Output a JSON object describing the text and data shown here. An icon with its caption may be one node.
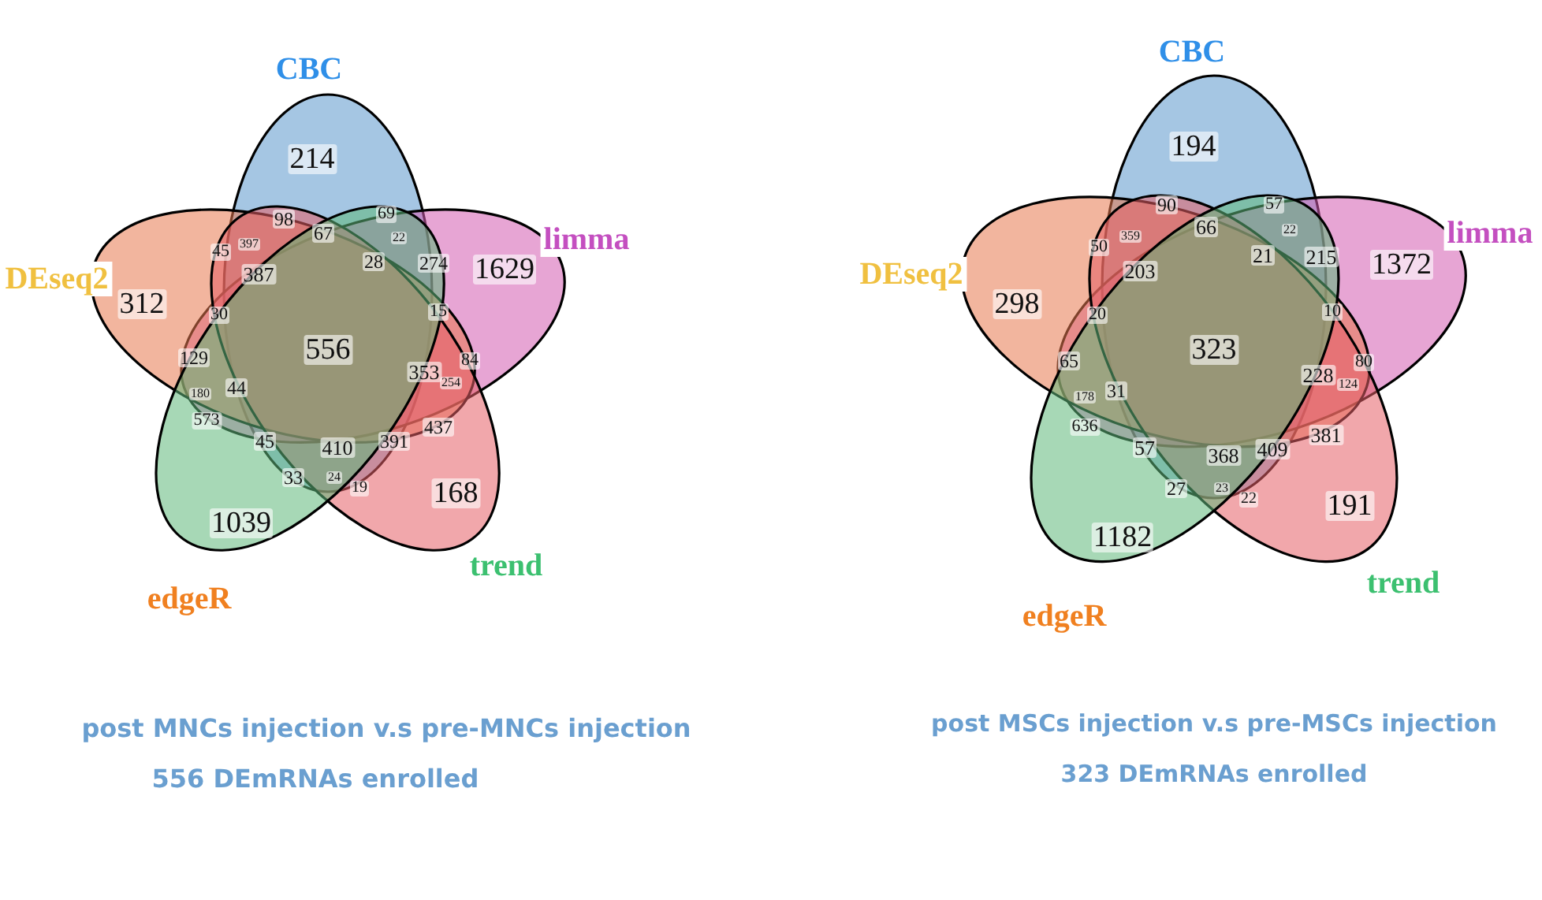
{
  "diagram": {
    "nodes": [
      {
        "text": [
          "CBC"
        ]
      },
      {
        "text": [
          "limma"
        ]
      },
      {
        "text": [
          "DEseq2"
        ]
      },
      {
        "text": [
          "trend"
        ]
      },
      {
        "text": [
          "edgeR"
        ]
      },
      {
        "text": [
          "CBC"
        ]
      },
      {
        "text": [
          "limma"
        ]
      },
      {
        "text": [
          "DEseq2"
        ]
      },
      {
        "text": [
          "trend"
        ]
      },
      {
        "text": [
          "edgeR"
        ]
      }
    ],
    "labels": [
      "214",
      "98",
      "69",
      "67",
      "22",
      "397",
      "45",
      "387",
      "28",
      "274",
      "1629",
      "312",
      "30",
      "15",
      "556",
      "129",
      "84",
      "353",
      "180",
      "44",
      "254",
      "573",
      "45",
      "410",
      "391",
      "437",
      "33",
      "24",
      "19",
      "168",
      "1039",
      "post MNCs injection v.s pre-MNCs injection",
      "556 DEmRNAs enrolled",
      "194",
      "90",
      "57",
      "66",
      "359",
      "22",
      "50",
      "203",
      "21",
      "215",
      "1372",
      "298",
      "20",
      "10",
      "323",
      "65",
      "80",
      "228",
      "178",
      "31",
      "124",
      "636",
      "57",
      "368",
      "409",
      "381",
      "27",
      "23",
      "22",
      "191",
      "1182",
      "post MSCs injection v.s pre-MSCs injection",
      "323 DEmRNAs enrolled"
    ]
  }
}
